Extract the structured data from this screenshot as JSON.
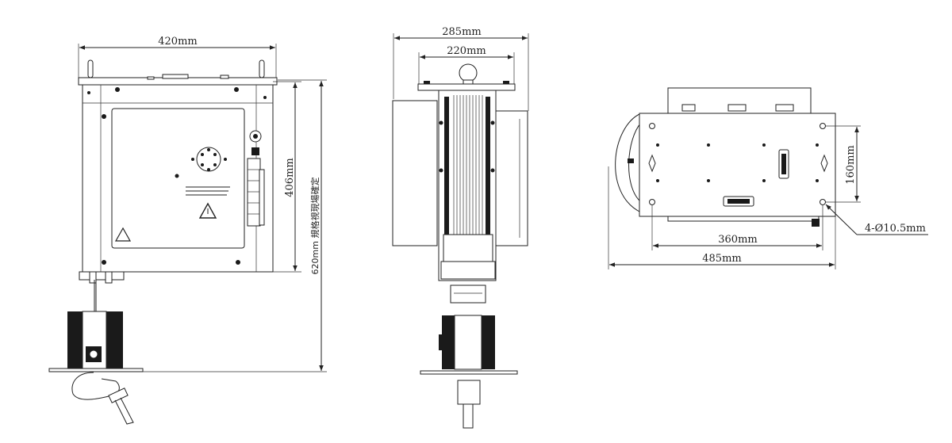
{
  "front_view": {
    "width_label": "420mm",
    "body_height_label": "406mm",
    "total_height_label": "620mm 規格視現場確定"
  },
  "side_view": {
    "outer_width_label": "285mm",
    "inner_width_label": "220mm"
  },
  "bottom_view": {
    "hole_spacing_label": "360mm",
    "overall_width_label": "485mm",
    "hole_pitch_label": "160mm",
    "hole_callout_label": "4-Ø10.5mm"
  }
}
